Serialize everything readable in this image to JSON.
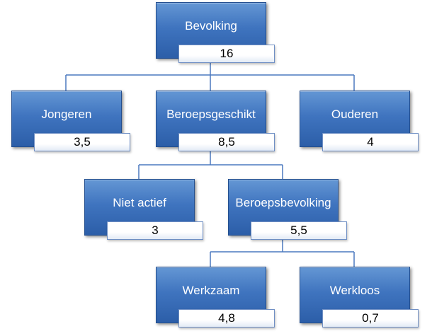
{
  "diagram": {
    "nodes": [
      {
        "id": "bevolking",
        "label": "Bevolking",
        "value": "16"
      },
      {
        "id": "jongeren",
        "label": "Jongeren",
        "value": "3,5"
      },
      {
        "id": "beroepsgeschikt",
        "label": "Beroepsgeschikt",
        "value": "8,5"
      },
      {
        "id": "ouderen",
        "label": "Ouderen",
        "value": "4"
      },
      {
        "id": "niet-actief",
        "label": "Niet actief",
        "value": "3"
      },
      {
        "id": "beroepsbevolking",
        "label": "Beroepsbevolking",
        "value": "5,5"
      },
      {
        "id": "werkzaam",
        "label": "Werkzaam",
        "value": "4,8"
      },
      {
        "id": "werkloos",
        "label": "Werkloos",
        "value": "0,7"
      }
    ],
    "edges": [
      [
        "bevolking",
        "jongeren"
      ],
      [
        "bevolking",
        "beroepsgeschikt"
      ],
      [
        "bevolking",
        "ouderen"
      ],
      [
        "beroepsgeschikt",
        "niet-actief"
      ],
      [
        "beroepsgeschikt",
        "beroepsbevolking"
      ],
      [
        "beroepsbevolking",
        "werkzaam"
      ],
      [
        "beroepsbevolking",
        "werkloos"
      ]
    ]
  }
}
